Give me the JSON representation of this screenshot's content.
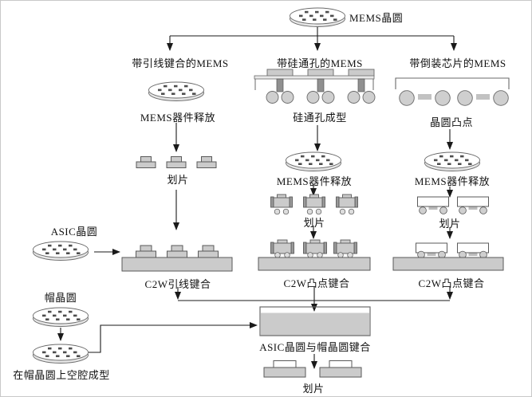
{
  "root": {
    "wafer_label": "MEMS晶圆"
  },
  "columns": [
    {
      "header": "带引线键合的MEMS",
      "release": "MEMS器件释放",
      "dice": "划片",
      "bond": "C2W引线键合"
    },
    {
      "header": "带硅通孔的MEMS",
      "prep": "硅通孔成型",
      "release": "MEMS器件释放",
      "dice": "划片",
      "bond": "C2W凸点键合"
    },
    {
      "header": "带倒装芯片的MEMS",
      "prep": "晶圆凸点",
      "release": "MEMS器件释放",
      "dice": "划片",
      "bond": "C2W凸点键合"
    }
  ],
  "side": {
    "asic_wafer": "ASIC晶圆",
    "cap_wafer": "帽晶圆",
    "cavity_step": "在帽晶圆上空腔成型"
  },
  "final": {
    "bond": "ASIC晶圆与帽晶圆键合",
    "dice": "划片"
  },
  "colors": {
    "background": "#ffffff",
    "shape_fill": "#cbcbcb",
    "shape_stroke": "#5a5a5a",
    "line": "#1a1a1a",
    "text": "#111111"
  }
}
